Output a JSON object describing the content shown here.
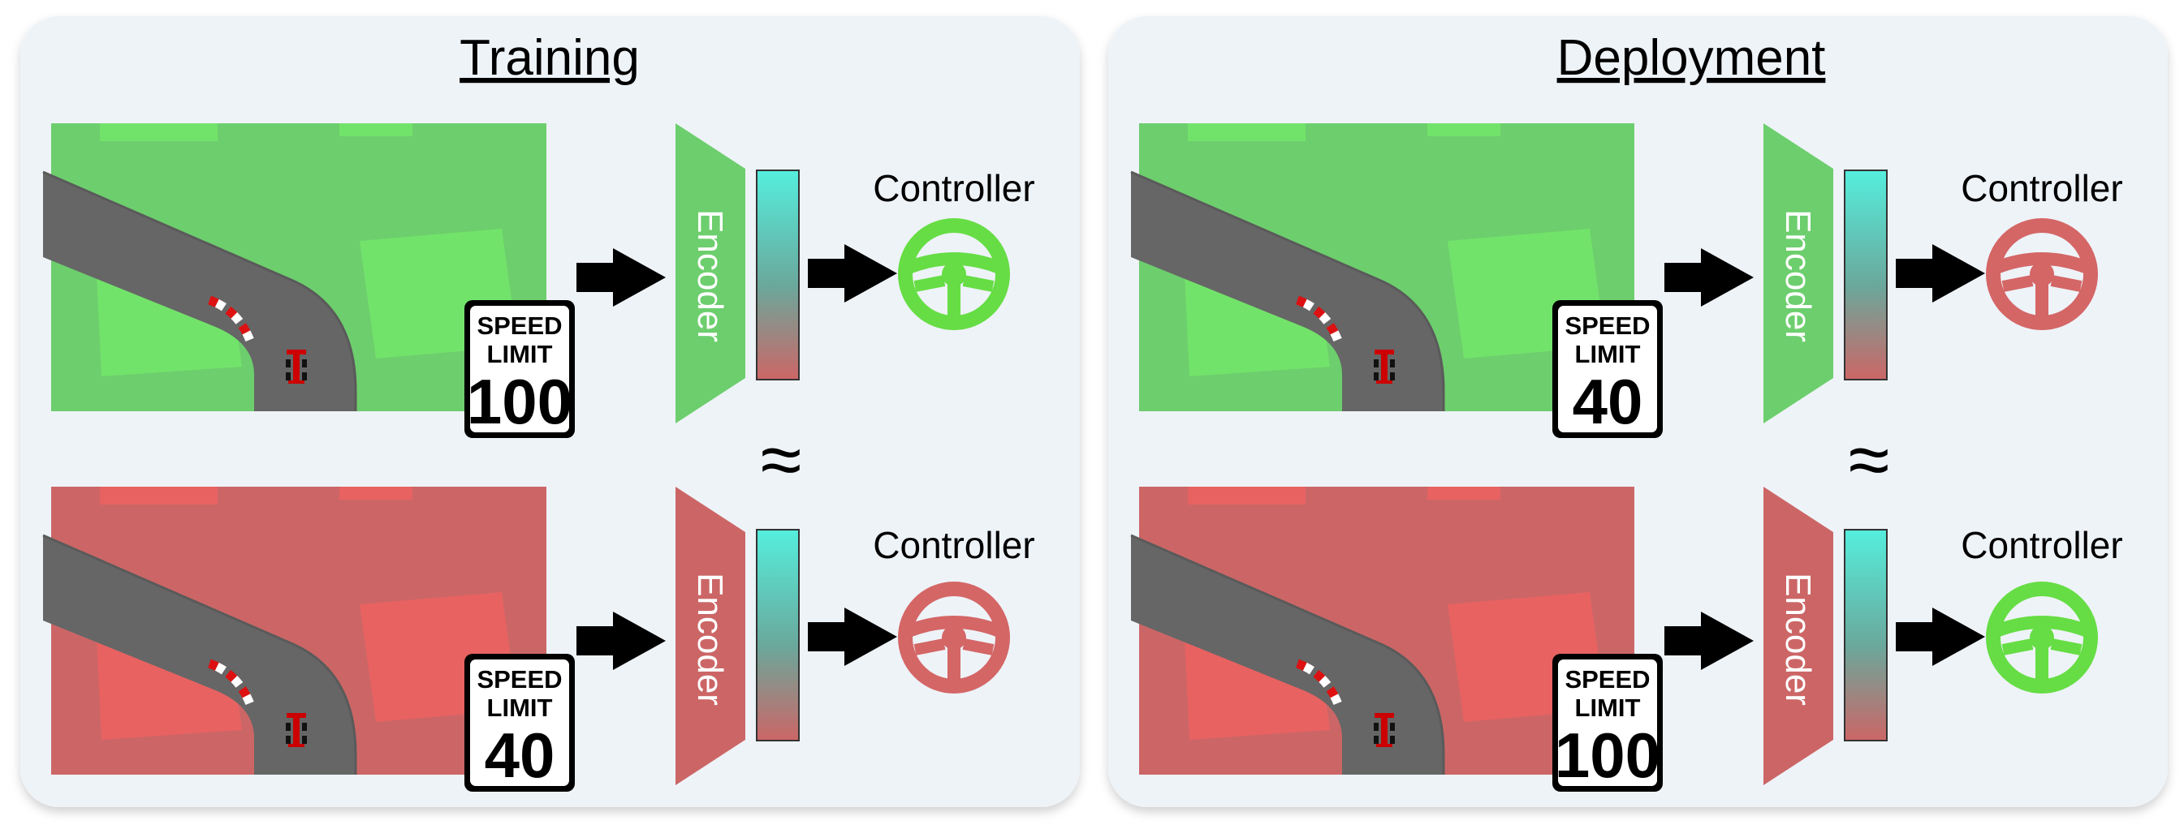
{
  "colors": {
    "panel_bg": "#eef3f8",
    "green_field": "#6dce6d",
    "green_patch": "#72e36a",
    "red_field": "#cc6666",
    "red_patch": "#e86262",
    "track": "#666666",
    "green_wheel": "#66dd44",
    "red_wheel": "#d46666",
    "latent_top": "#55eedd",
    "latent_bottom": "#cc6666"
  },
  "panels": [
    {
      "title": "Training",
      "rows": [
        {
          "field": "green",
          "speed_limit": {
            "top": "SPEED",
            "middle": "LIMIT",
            "value": "100"
          },
          "encoder_label": "Encoder",
          "controller_label": "Controller",
          "controller_color": "green"
        },
        {
          "field": "red",
          "speed_limit": {
            "top": "SPEED",
            "middle": "LIMIT",
            "value": "40"
          },
          "encoder_label": "Encoder",
          "controller_label": "Controller",
          "controller_color": "red"
        }
      ],
      "approx_symbol": "≈"
    },
    {
      "title": "Deployment",
      "rows": [
        {
          "field": "green",
          "speed_limit": {
            "top": "SPEED",
            "middle": "LIMIT",
            "value": "40"
          },
          "encoder_label": "Encoder",
          "controller_label": "Controller",
          "controller_color": "red"
        },
        {
          "field": "red",
          "speed_limit": {
            "top": "SPEED",
            "middle": "LIMIT",
            "value": "100"
          },
          "encoder_label": "Encoder",
          "controller_label": "Controller",
          "controller_color": "green"
        }
      ],
      "approx_symbol": "≈"
    }
  ]
}
